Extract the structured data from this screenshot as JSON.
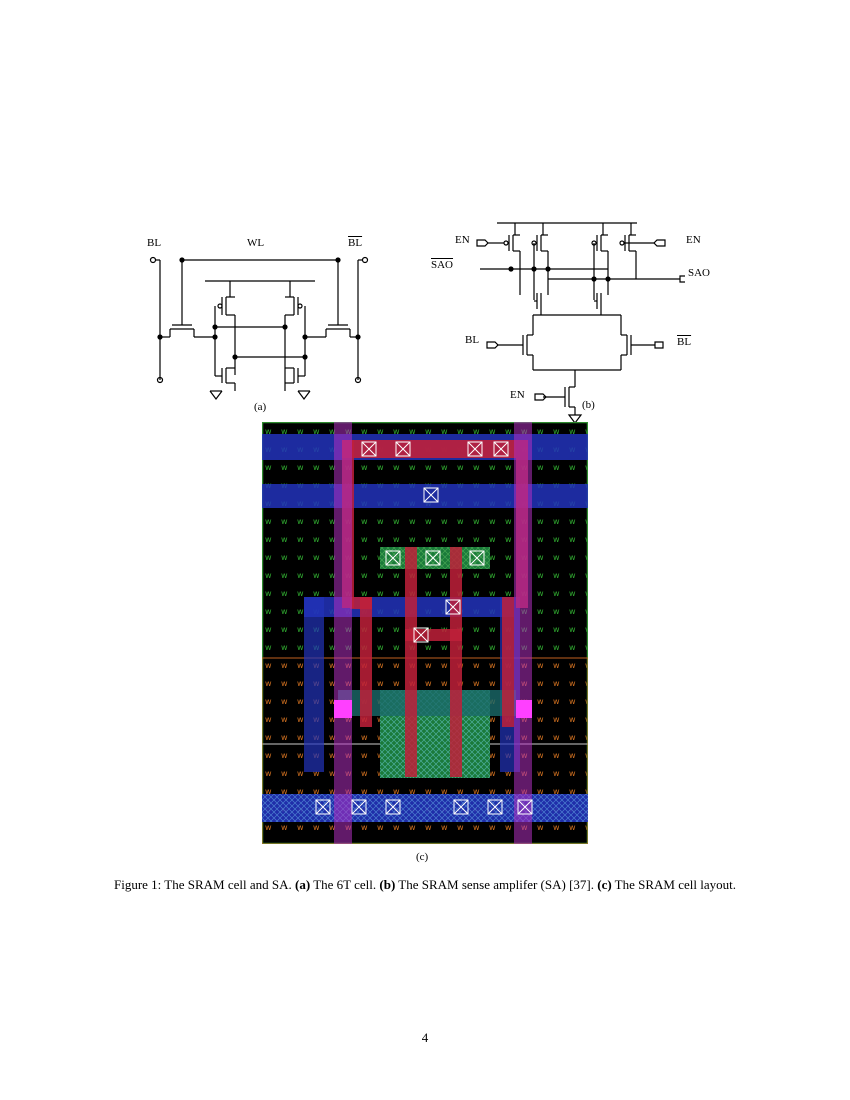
{
  "figure": {
    "a": {
      "label": "(a)",
      "bl": "BL",
      "wl": "WL",
      "blb": "BL"
    },
    "b": {
      "label": "(b)",
      "en_left": "EN",
      "en_right": "EN",
      "sao_bar": "SAO",
      "sao": "SAO",
      "bl": "BL",
      "blb": "BL",
      "en_bottom": "EN"
    },
    "c": {
      "label": "(c)"
    },
    "caption": {
      "prefix": "Figure 1: The SRAM cell and SA. ",
      "a_bold": "(a)",
      "a_text": " The 6T cell. ",
      "b_bold": "(b)",
      "b_text": " The SRAM sense amplifer (SA) [37]. ",
      "c_bold": "(c)",
      "c_text": " The SRAM cell layout."
    }
  },
  "page_number": "4"
}
